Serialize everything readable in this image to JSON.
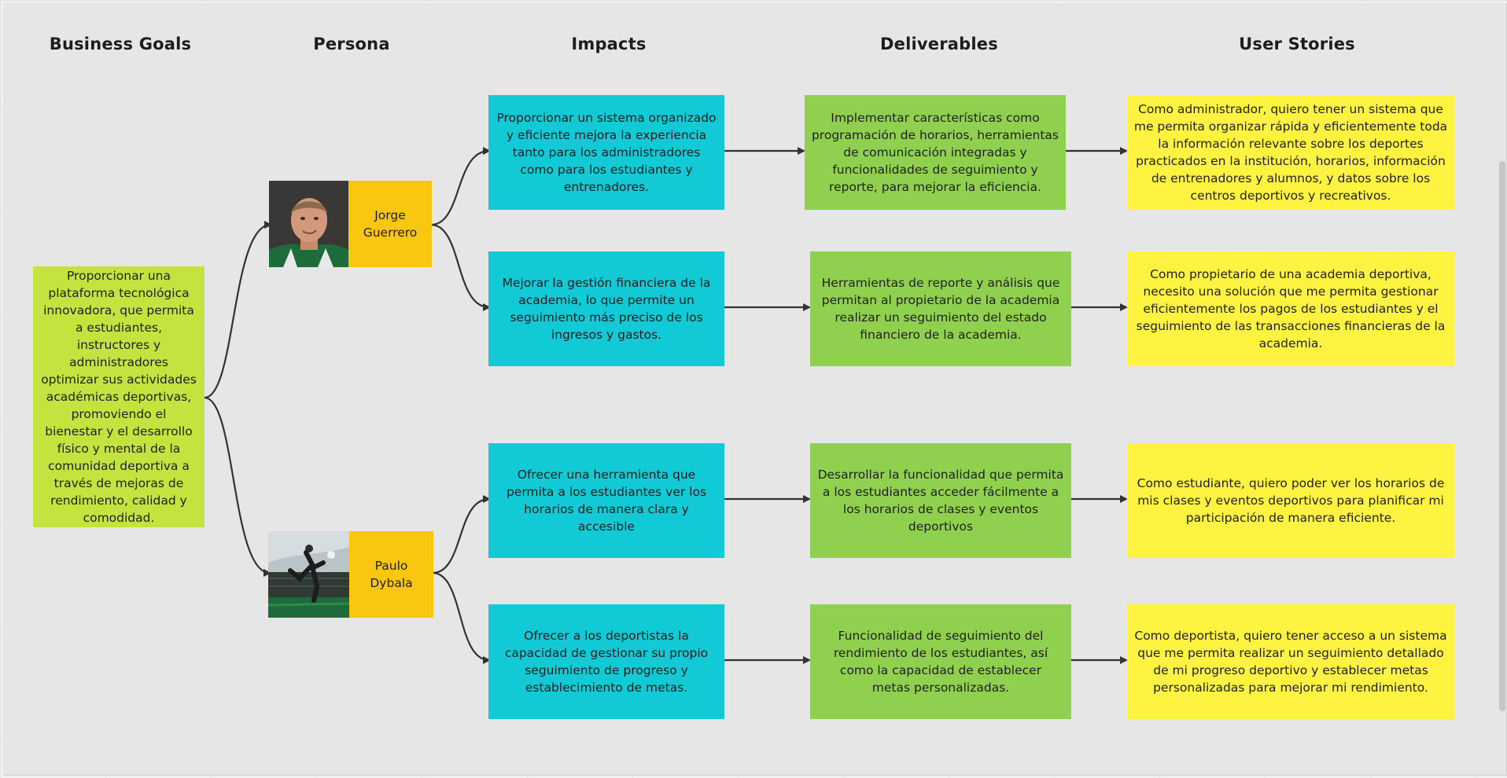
{
  "headers": {
    "business_goals": "Business Goals",
    "persona": "Persona",
    "impacts": "Impacts",
    "deliverables": "Deliverables",
    "user_stories": "User Stories"
  },
  "business_goal": "Proporcionar una plataforma tecnológica innovadora, que permita a estudiantes, instructores y administradores optimizar sus actividades académicas deportivas, promoviendo el bienestar y el desarrollo físico y mental de la comunidad deportiva a través de mejoras de rendimiento, calidad y comodidad.",
  "personas": [
    {
      "name": "Jorge Guerrero",
      "photo_icon": "portrait-photo"
    },
    {
      "name": "Paulo Dybala",
      "photo_icon": "soccer-kick-photo"
    }
  ],
  "impacts": [
    "Proporcionar un sistema organizado y eficiente mejora la experiencia tanto para los administradores como para los estudiantes y entrenadores.",
    "Mejorar la gestión financiera de la academia, lo que permite un seguimiento más preciso de los ingresos y gastos.",
    "Ofrecer una herramienta que permita a los estudiantes ver los horarios de manera clara y accesible",
    "Ofrecer a los deportistas la capacidad de gestionar su propio seguimiento de progreso y establecimiento de metas."
  ],
  "deliverables": [
    "Implementar características como programación de horarios, herramientas de comunicación integradas y funcionalidades de seguimiento y reporte, para mejorar la eficiencia.",
    "Herramientas de reporte y análisis que permitan al propietario de la academia realizar un seguimiento del estado financiero de la academia.",
    "Desarrollar la funcionalidad que permita a los estudiantes acceder fácilmente a los horarios de clases y eventos deportivos",
    "Funcionalidad de seguimiento del rendimiento de los estudiantes, así como la capacidad de establecer metas personalizadas."
  ],
  "user_stories": [
    "Como administrador, quiero tener un sistema que me permita organizar rápida y eficientemente toda la información relevante sobre los deportes practicados en la institución, horarios, información de entrenadores y alumnos, y datos sobre los centros deportivos y recreativos.",
    "Como propietario de una academia deportiva, necesito una solución que me permita gestionar eficientemente los pagos de los estudiantes y el seguimiento de las transacciones financieras de la academia.",
    "Como estudiante, quiero poder ver los horarios de mis clases y eventos deportivos para planificar mi participación de manera eficiente.",
    "Como deportista, quiero tener acceso a un sistema que me permita realizar un seguimiento detallado de mi progreso deportivo y establecer metas personalizadas para mejorar mi rendimiento."
  ],
  "colors": {
    "goal": "#c5e33e",
    "persona": "#fac710",
    "impact": "#11cad5",
    "deliverable": "#8fd14f",
    "story": "#fff342",
    "connector": "#333333"
  }
}
